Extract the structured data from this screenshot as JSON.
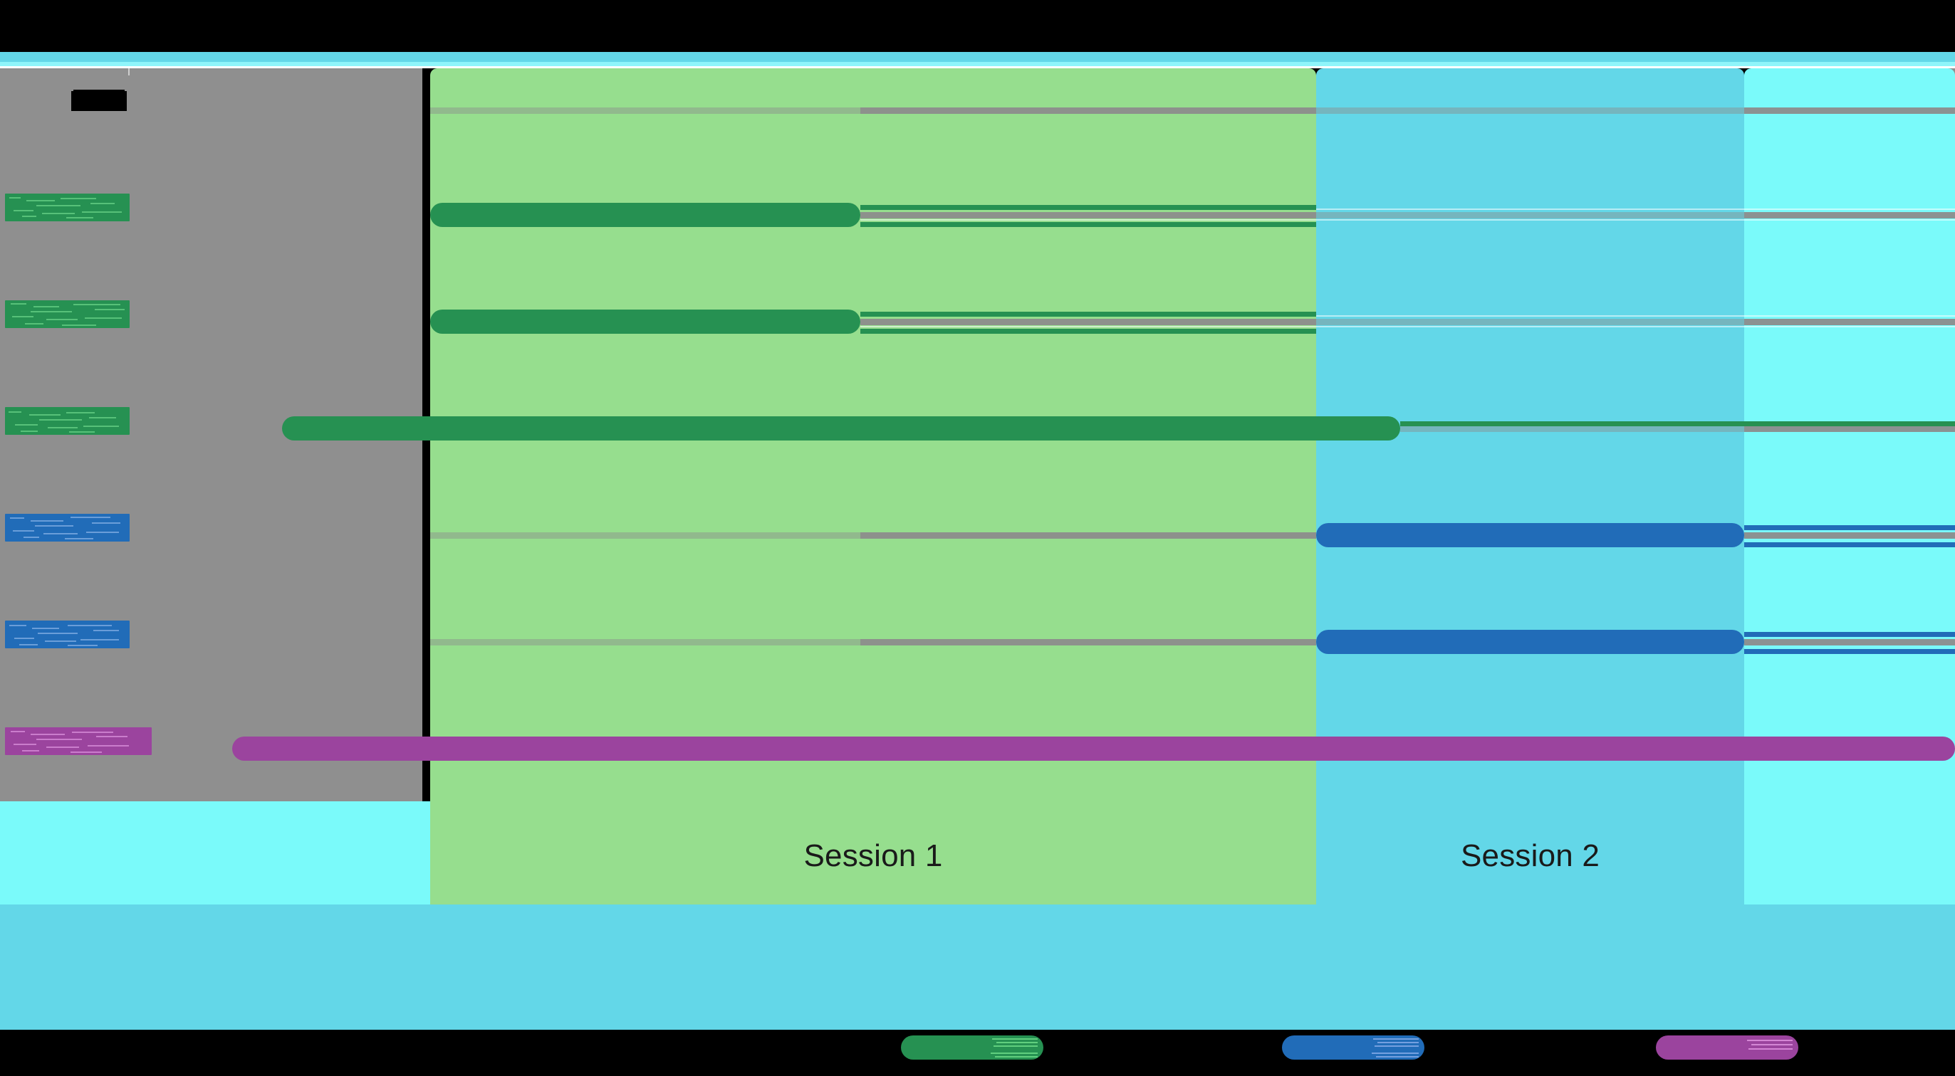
{
  "window": {
    "background_color": "#000000",
    "chrome_strip_color": "#63D7E8"
  },
  "header": {
    "title_redacted": true,
    "title_placeholder": ""
  },
  "palette": {
    "session1_band": "#96DE8E",
    "session2_band": "#63D7E8",
    "session3_band": "#7AFAFA",
    "sidebar_grey": "#8F8F8F",
    "grid_line": "#8C8C8C",
    "green_task": "#269152",
    "blue_task": "#216CB8",
    "purple_task": "#9B449E",
    "footer_cyan": "#63D7E8",
    "text": "#1a1a1a"
  },
  "sessions": [
    {
      "id": "session-1",
      "label": "Session 1",
      "band_color": "#96DE8E"
    },
    {
      "id": "session-2",
      "label": "Session 2",
      "band_color": "#63D7E8"
    },
    {
      "id": "session-3",
      "label": "",
      "band_color": "#7AFAFA"
    }
  ],
  "rows": [
    {
      "index": 0,
      "label": "",
      "redacted": true,
      "color": "#269152",
      "category": "green"
    },
    {
      "index": 1,
      "label": "",
      "redacted": true,
      "color": "#269152",
      "category": "green"
    },
    {
      "index": 2,
      "label": "",
      "redacted": true,
      "color": "#269152",
      "category": "green"
    },
    {
      "index": 3,
      "label": "",
      "redacted": true,
      "color": "#216CB8",
      "category": "blue"
    },
    {
      "index": 4,
      "label": "",
      "redacted": true,
      "color": "#216CB8",
      "category": "blue"
    },
    {
      "index": 5,
      "label": "",
      "redacted": true,
      "color": "#9B449E",
      "category": "purple"
    }
  ],
  "legend": [
    {
      "id": "legend-green",
      "label": "",
      "redacted": true,
      "color": "#269152"
    },
    {
      "id": "legend-blue",
      "label": "",
      "redacted": true,
      "color": "#216CB8"
    },
    {
      "id": "legend-purple",
      "label": "",
      "redacted": true,
      "color": "#9B449E"
    }
  ],
  "chart_data": {
    "type": "bar",
    "title": "",
    "xlabel": "",
    "ylabel": "",
    "orientation": "horizontal",
    "subtype": "gantt-timeline",
    "grid": true,
    "legend_position": "bottom",
    "x_axis": {
      "unit": "pixels",
      "plot_left": 604,
      "plot_right": 2745,
      "bands": [
        {
          "name": "Session 1",
          "start": 604,
          "end": 1848
        },
        {
          "name": "Session 2",
          "start": 1848,
          "end": 2449
        },
        {
          "name": "",
          "start": 2449,
          "end": 2745
        }
      ]
    },
    "categories": [
      "",
      "",
      "",
      "",
      "",
      ""
    ],
    "series": [
      {
        "name": "green",
        "color": "#269152",
        "values": [
          {
            "row": 0,
            "start": 604,
            "end": 1208,
            "rail_end": 1848
          },
          {
            "row": 1,
            "start": 604,
            "end": 1208,
            "rail_end": 1848
          },
          {
            "row": 2,
            "start": 396,
            "end": 1966,
            "rail_end": 2745
          }
        ]
      },
      {
        "name": "blue",
        "color": "#216CB8",
        "values": [
          {
            "row": 3,
            "start": 1848,
            "end": 2449,
            "rail_end": 2745
          },
          {
            "row": 4,
            "start": 1848,
            "end": 2449,
            "rail_end": 2745
          }
        ]
      },
      {
        "name": "purple",
        "color": "#9B449E",
        "values": [
          {
            "row": 5,
            "start": 326,
            "end": 2745,
            "rail_end": 2745
          }
        ]
      }
    ],
    "row_y_centers": [
      302,
      452,
      602,
      752,
      902,
      1052
    ],
    "gridlines_y": [
      155,
      302,
      452,
      602,
      752,
      902,
      1052
    ]
  }
}
